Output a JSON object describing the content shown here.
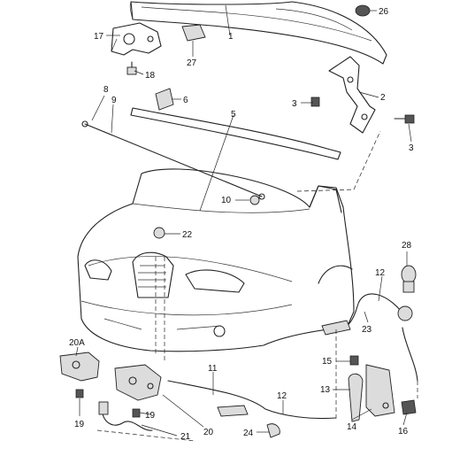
{
  "callouts": [
    {
      "id": "c1",
      "text": "1"
    },
    {
      "id": "c2",
      "text": "2"
    },
    {
      "id": "c3a",
      "text": "3"
    },
    {
      "id": "c3b",
      "text": "3"
    },
    {
      "id": "c5",
      "text": "5"
    },
    {
      "id": "c6",
      "text": "6"
    },
    {
      "id": "c8",
      "text": "8"
    },
    {
      "id": "c9",
      "text": "9"
    },
    {
      "id": "c10",
      "text": "10"
    },
    {
      "id": "c11",
      "text": "11"
    },
    {
      "id": "c12a",
      "text": "12"
    },
    {
      "id": "c12b",
      "text": "12"
    },
    {
      "id": "c13",
      "text": "13"
    },
    {
      "id": "c14",
      "text": "14"
    },
    {
      "id": "c15",
      "text": "15"
    },
    {
      "id": "c16",
      "text": "16"
    },
    {
      "id": "c17",
      "text": "17"
    },
    {
      "id": "c18",
      "text": "18"
    },
    {
      "id": "c19a",
      "text": "19"
    },
    {
      "id": "c19b",
      "text": "19"
    },
    {
      "id": "c20",
      "text": "20"
    },
    {
      "id": "c20A",
      "text": "20A"
    },
    {
      "id": "c21",
      "text": "21"
    },
    {
      "id": "c22",
      "text": "22"
    },
    {
      "id": "c23",
      "text": "23"
    },
    {
      "id": "c24",
      "text": "24"
    },
    {
      "id": "c26",
      "text": "26"
    },
    {
      "id": "c27",
      "text": "27"
    },
    {
      "id": "c28",
      "text": "28"
    }
  ]
}
